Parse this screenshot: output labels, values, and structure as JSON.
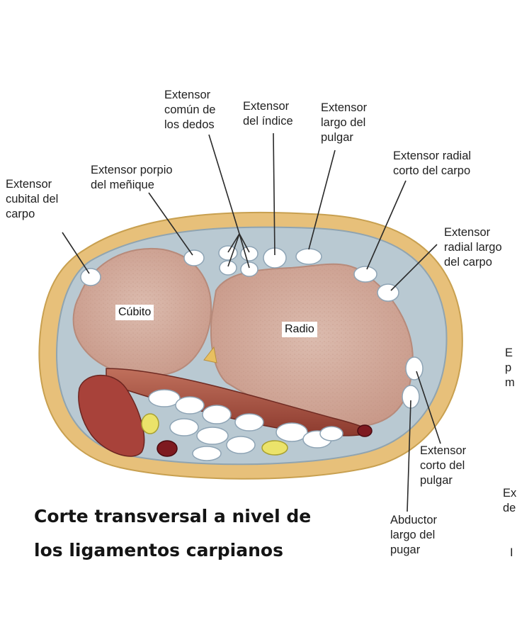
{
  "caption": "Corte transversal a nivel de\nlos ligamentos carpianos",
  "bones": {
    "ulna": "Cúbito",
    "radius": "Radio"
  },
  "labels": {
    "ecu": "Extensor\ncubital del\ncarpo",
    "edm": "Extensor porpio\ndel meñique",
    "edc": "Extensor\ncomún de\nlos dedos",
    "eip": "Extensor\ndel índice",
    "epl": "Extensor\nlargo del\npulgar",
    "ecrb": "Extensor radial\ncorto del carpo",
    "ecrl": "Extensor\nradial largo\ndel carpo",
    "epb": "Extensor\ncorto del\npulgar",
    "apl": "Abductor\nlargo del\npugar"
  },
  "cutoff": {
    "a": "E\np\nm",
    "b": "Ex\nde",
    "c": "I"
  },
  "colors": {
    "skin": "#e8c27a",
    "fascia": "#c5d3dc",
    "bone": "#d8b4a6",
    "muscle": "#a8503f",
    "tendon": "#ffffff",
    "nerve": "#e8e070",
    "vessel": "#8a1c22"
  }
}
